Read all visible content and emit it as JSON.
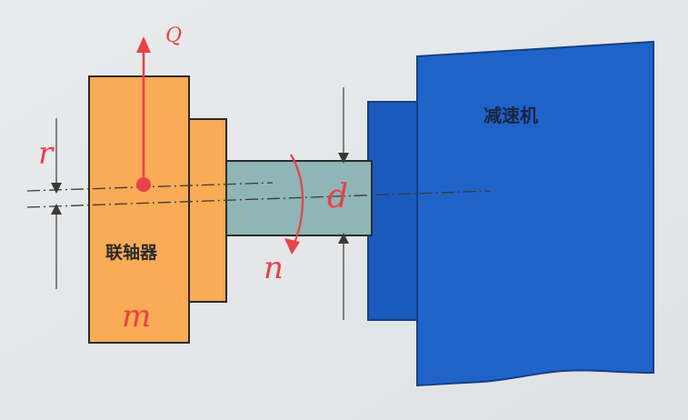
{
  "labels": {
    "force": "Q",
    "eccentricity": "r",
    "coupling": "联轴器",
    "mass": "m",
    "diameter": "d",
    "speed": "n",
    "reducer": "减速机"
  },
  "colors": {
    "background": "#e6e8ea",
    "coupling_fill": "#f9ab55",
    "shaft_fill": "#8fb5b6",
    "reducer_fill": "#1f63c9",
    "reducer_edge_fill": "#1a5bbd",
    "outline": "#2b2b2b",
    "accent_red": "#e8424a",
    "dim_line": "#3a3a3a"
  },
  "icons": {
    "force_arrow": "arrow-up-icon",
    "rotation_arrow": "rotation-arrow-icon",
    "mass_center": "dot-icon"
  }
}
